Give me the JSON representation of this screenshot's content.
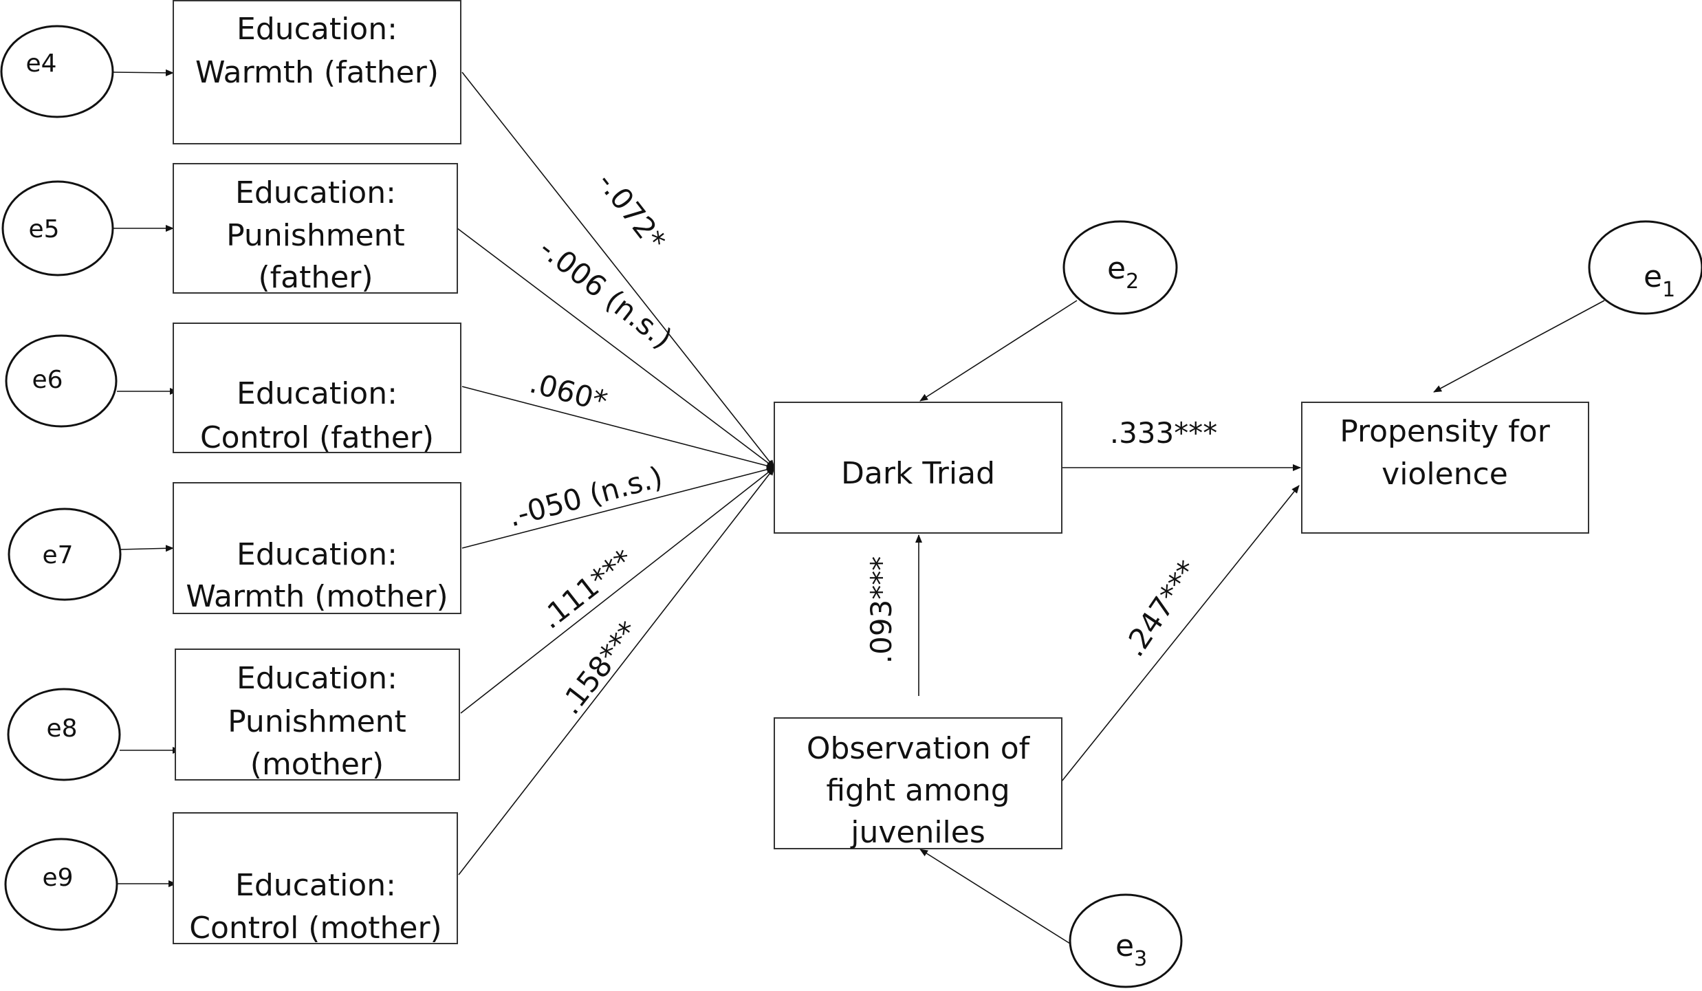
{
  "diagram": {
    "indicators": [
      {
        "id": "warmth_father",
        "lines": [
          "Education:",
          "Warmth (father)"
        ],
        "error": "e4",
        "coefficient": "-.072*"
      },
      {
        "id": "punishment_father",
        "lines": [
          "Education:",
          "Punishment",
          "(father)"
        ],
        "error": "e5",
        "coefficient": "-.006 (n.s.)"
      },
      {
        "id": "control_father",
        "lines": [
          "Education:",
          "Control (father)"
        ],
        "error": "e6",
        "coefficient": ".060*"
      },
      {
        "id": "warmth_mother",
        "lines": [
          "Education:",
          "Warmth (mother)"
        ],
        "error": "e7",
        "coefficient": ".-050 (n.s.)"
      },
      {
        "id": "punishment_mother",
        "lines": [
          "Education:",
          "Punishment",
          "(mother)"
        ],
        "error": "e8",
        "coefficient": ".111***"
      },
      {
        "id": "control_mother",
        "lines": [
          "Education:",
          "Control (mother)"
        ],
        "error": "e9",
        "coefficient": ".158***"
      }
    ],
    "dark_triad": {
      "label": "Dark Triad",
      "error": {
        "base": "e",
        "sub": "2"
      }
    },
    "propensity": {
      "lines": [
        "Propensity for",
        "violence"
      ],
      "error": {
        "base": "e",
        "sub": "1"
      }
    },
    "observation": {
      "lines": [
        "Observation of",
        "fight among",
        "juveniles"
      ],
      "error": {
        "base": "e",
        "sub": "3"
      }
    },
    "paths": {
      "dark_triad_to_propensity": ".333***",
      "observation_to_dark_triad": ".093***",
      "observation_to_propensity": ".247***"
    }
  }
}
